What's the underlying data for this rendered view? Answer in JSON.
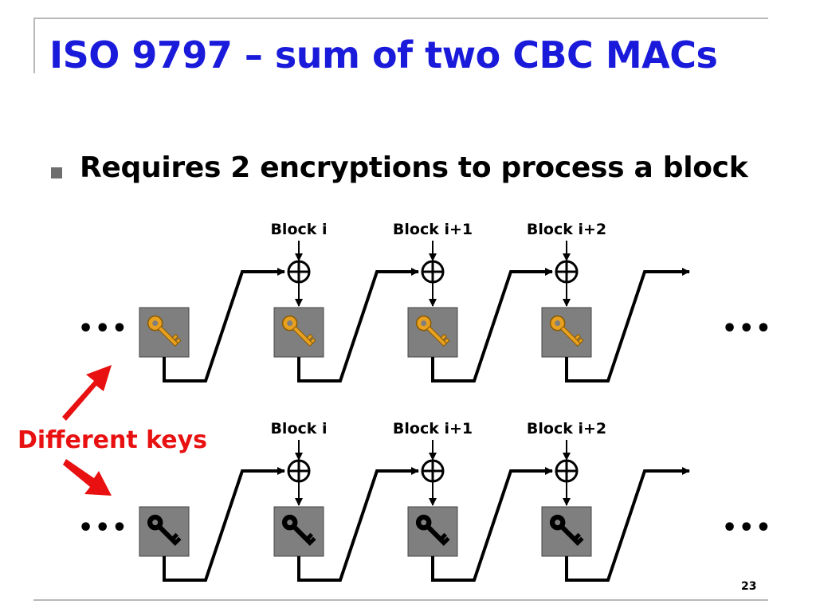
{
  "slide": {
    "title": "ISO 9797 – sum of two CBC MACs",
    "bullet": "Requires 2 encryptions to process a block",
    "page_number": "23"
  },
  "diagram": {
    "rows": [
      {
        "key_icon": "gold-key-icon",
        "key_color": "#e8a020",
        "block_labels": [
          "Block i",
          "Block i+1",
          "Block i+2"
        ]
      },
      {
        "key_icon": "black-key-icon",
        "key_color": "#000000",
        "block_labels": [
          "Block i",
          "Block i+1",
          "Block i+2"
        ]
      }
    ],
    "ellipsis": "•••",
    "annotation": {
      "label": "Different keys",
      "color": "#e81010"
    },
    "cipher_box_color": "#7f7f7f"
  }
}
